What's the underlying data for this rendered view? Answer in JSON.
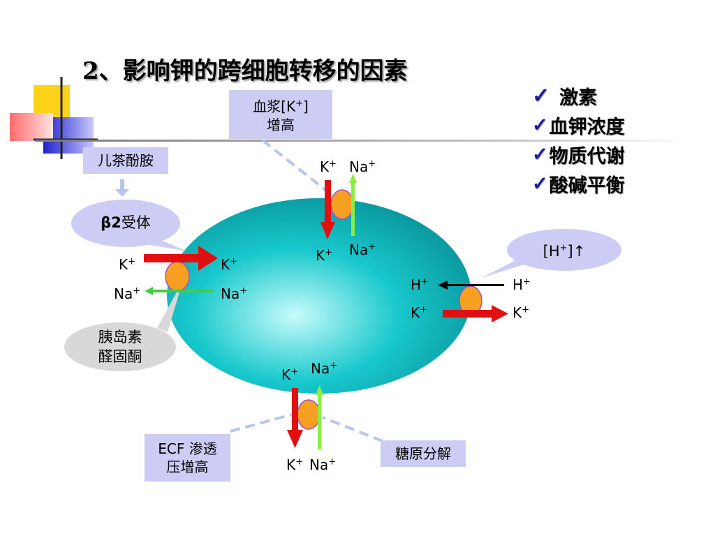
{
  "title": "2、影响钾的跨细胞转移的因素",
  "factors": [
    {
      "label": "激素"
    },
    {
      "label": "血钾浓度"
    },
    {
      "label": "物质代谢"
    },
    {
      "label": "酸碱平衡"
    }
  ],
  "boxes": {
    "plasma_k": {
      "line1": "血浆[K",
      "sup": "+",
      "tail": "]",
      "line2": "增高"
    },
    "catecholamine": "儿茶酚胺",
    "ecf": {
      "line1": "ECF 渗透",
      "line2": "压增高"
    },
    "glycogen": "糖原分解"
  },
  "callouts": {
    "beta2": {
      "bold": "β2",
      "rest": "受体"
    },
    "insulin": {
      "line1": "胰岛素",
      "line2": "醛固酮"
    },
    "h_ion": {
      "open": "[H",
      "sup": "+",
      "close": "]↑"
    }
  },
  "ions": {
    "k": "K",
    "na": "Na",
    "h": "H",
    "plus": "+"
  },
  "colors": {
    "cell_center": "#c8fbfb",
    "cell_mid": "#18c8cc",
    "cell_edge": "#0a9aa0",
    "k_arrow": "#e01010",
    "na_arrow": "#88ee44",
    "carrier": "#f5a020",
    "box_fill": "#ccccf5",
    "callout_fill": "#ccccf5",
    "callout_gray": "#d8d8d8",
    "dash": "#b8c4f0",
    "check": "#1a1aa8"
  }
}
